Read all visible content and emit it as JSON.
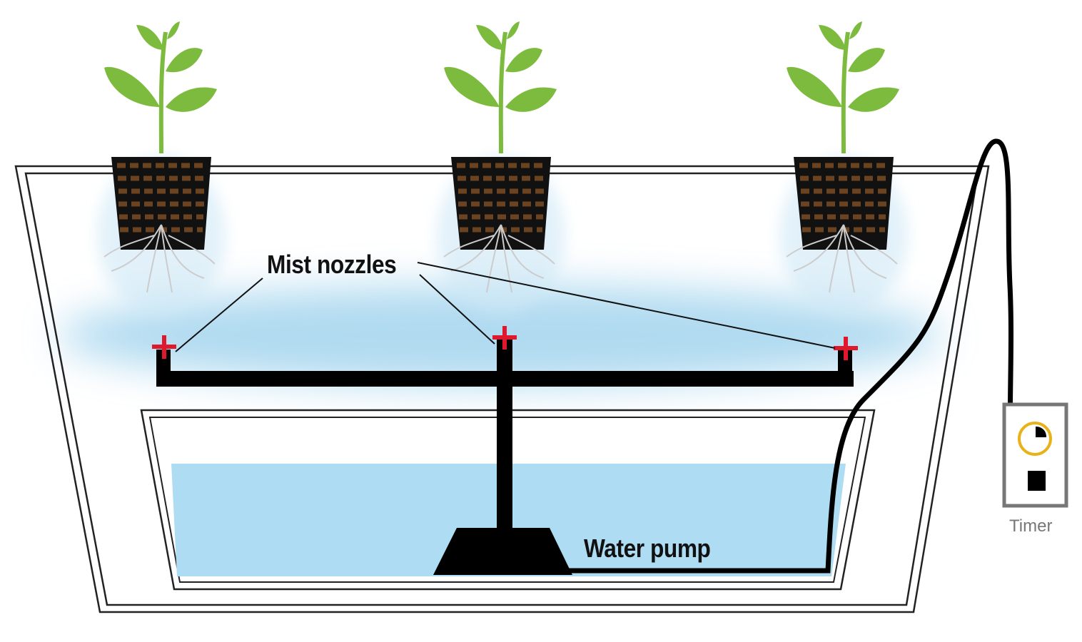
{
  "labels": {
    "mist_nozzles": "Mist nozzles",
    "water_pump": "Water pump",
    "timer": "Timer"
  },
  "colors": {
    "leaf": "#7dbb3f",
    "water": "#aedcf3",
    "mist": "#8fcbea",
    "nozzle": "#e0182d",
    "timer_ring": "#e8b21a",
    "pipe": "#000000"
  },
  "plants": [
    {
      "id": "left"
    },
    {
      "id": "center"
    },
    {
      "id": "right"
    }
  ],
  "nozzles": [
    {
      "id": "left"
    },
    {
      "id": "center"
    },
    {
      "id": "right"
    }
  ]
}
